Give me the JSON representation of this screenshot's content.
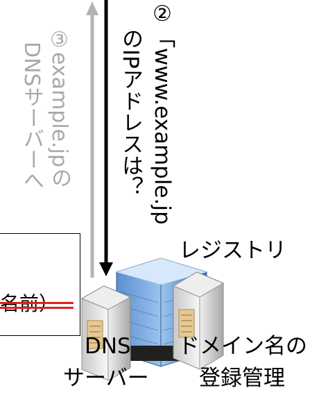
{
  "labels": {
    "step2_line1": "②「www.example.jp",
    "step2_line2": "のIPアドレスは？",
    "step3_line1": "③example.jpの",
    "step3_line2": "DNSサーバーへ",
    "registry": "レジストリ",
    "dns_server_line1": "DNS",
    "dns_server_line2": "サーバー",
    "domain_mgmt_line1": "ドメイン名の",
    "domain_mgmt_line2": "登録管理",
    "callout_text": "名前）"
  },
  "colors": {
    "down_arrow": "#000000",
    "up_arrow": "#b3b3b3",
    "strike_line": "#e02020",
    "gray_text": "#a8a8a8"
  }
}
